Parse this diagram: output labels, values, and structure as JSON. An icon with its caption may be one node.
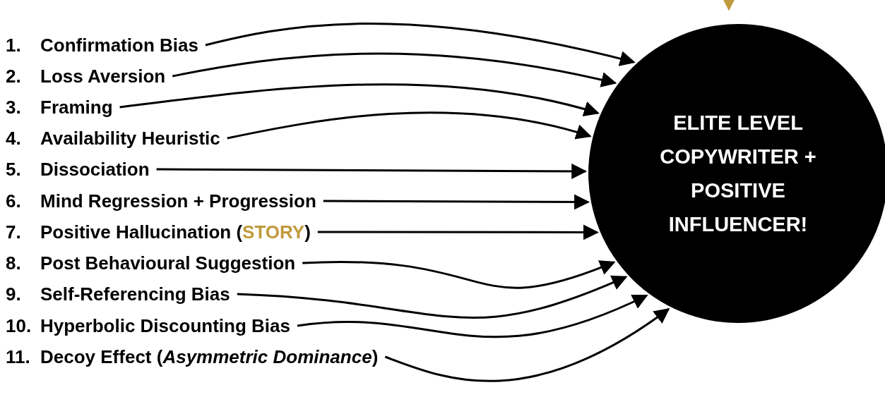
{
  "diagram": {
    "nodes": [
      {
        "text": [
          "1.",
          "Confirmation Bias"
        ]
      },
      {
        "text": [
          "2.",
          "Loss Aversion"
        ]
      },
      {
        "text": [
          "3.",
          "Framing"
        ]
      },
      {
        "text": [
          "4.",
          "Availability Heuristic"
        ]
      },
      {
        "text": [
          "5.",
          "Dissociation"
        ]
      },
      {
        "text": [
          "6.",
          "Mind Regression + Progression"
        ]
      },
      {
        "text": [
          "7.",
          "Positive Hallucination (**STORY**)"
        ]
      },
      {
        "text": [
          "8.",
          "Post Behavioural Suggestion"
        ]
      },
      {
        "text": [
          "9.",
          "Self-Referencing Bias"
        ]
      },
      {
        "text": [
          "10.",
          "Hyperbolic Discounting Bias"
        ]
      },
      {
        "text": [
          "11.",
          "Decoy Effect (*Asymmetric Dominance*)"
        ]
      },
      {
        "text": [
          "ELITE LEVEL COPYWRITER + POSITIVE INFLUENCER!"
        ]
      }
    ],
    "edges": [
      {
        "from": 0,
        "to": 11,
        "arrow": "to"
      },
      {
        "from": 1,
        "to": 11,
        "arrow": "to"
      },
      {
        "from": 2,
        "to": 11,
        "arrow": "to"
      },
      {
        "from": 3,
        "to": 11,
        "arrow": "to"
      },
      {
        "from": 4,
        "to": 11,
        "arrow": "to"
      },
      {
        "from": 5,
        "to": 11,
        "arrow": "to"
      },
      {
        "from": 6,
        "to": 11,
        "arrow": "to"
      },
      {
        "from": 7,
        "to": 11,
        "arrow": "to"
      },
      {
        "from": 8,
        "to": 11,
        "arrow": "to"
      },
      {
        "from": 9,
        "to": 11,
        "arrow": "to"
      },
      {
        "from": 10,
        "to": 11,
        "arrow": "to"
      },
      {
        "from": null,
        "to": 11,
        "arrow": "to",
        "color": "#c09a3c"
      }
    ]
  }
}
